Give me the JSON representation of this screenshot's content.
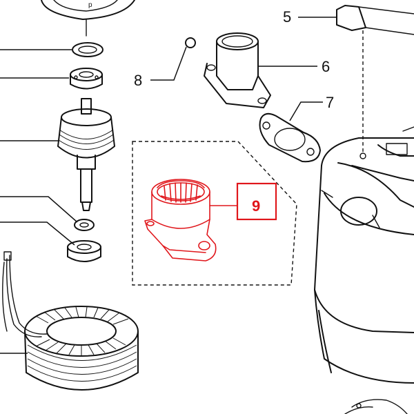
{
  "diagram": {
    "callouts": [
      {
        "id": "5",
        "label": "5"
      },
      {
        "id": "6",
        "label": "6"
      },
      {
        "id": "7",
        "label": "7"
      },
      {
        "id": "8",
        "label": "8"
      },
      {
        "id": "9",
        "label": "9"
      }
    ],
    "highlight_color": "#e0161b"
  }
}
